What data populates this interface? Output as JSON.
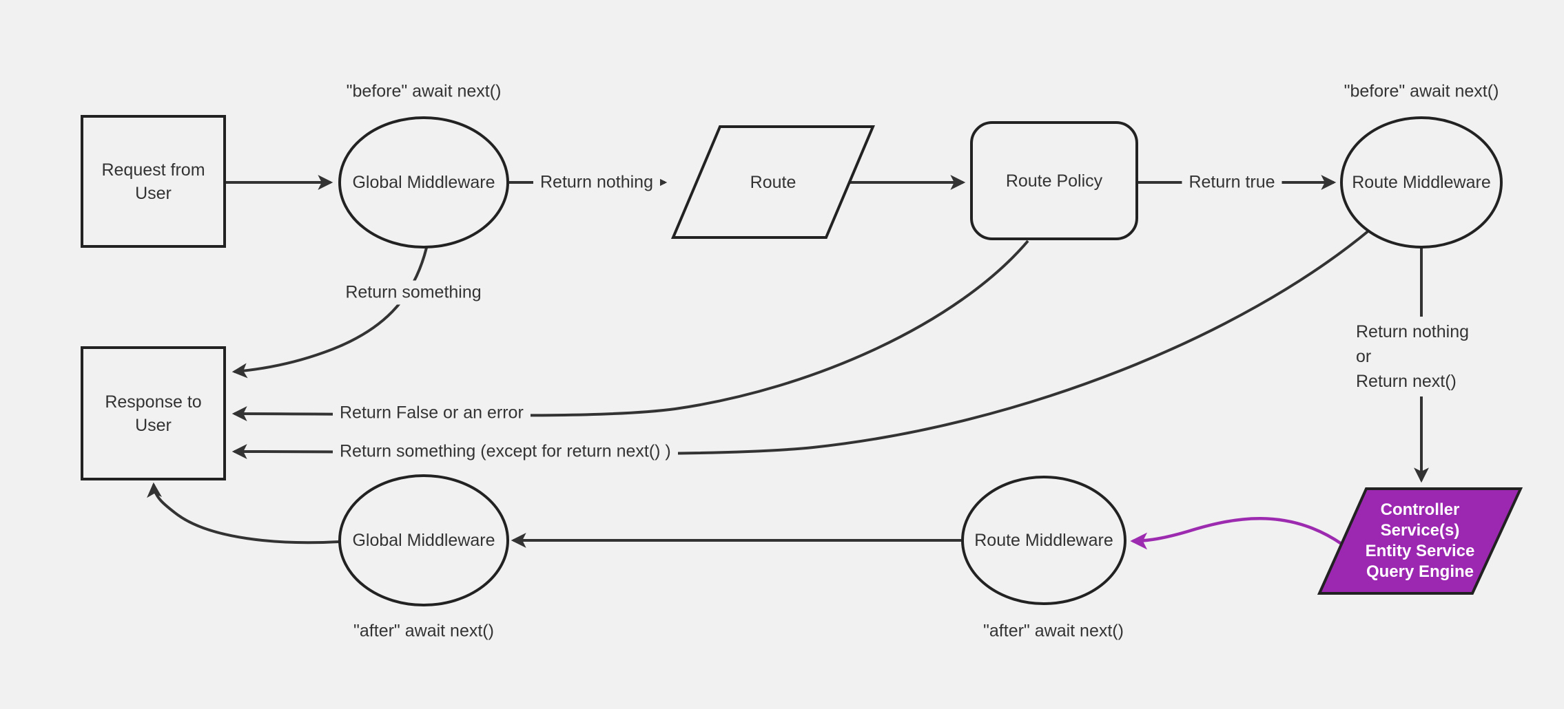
{
  "diagram": {
    "type": "flowchart",
    "colors": {
      "background": "#f1f1f1",
      "node_fill": "#f1f1f1",
      "node_stroke": "#222222",
      "edge_stroke": "#333333",
      "text": "#333333",
      "accent_purple_fill": "#9c27b0",
      "accent_purple_edge": "#9d2bb0",
      "accent_purple_text": "#ffffff"
    },
    "nodes": {
      "request": {
        "text": "Request from User",
        "shape": "rectangle"
      },
      "global_mw_top": {
        "text": "Global Middleware",
        "shape": "ellipse"
      },
      "route": {
        "text": "Route",
        "shape": "parallelogram"
      },
      "route_policy": {
        "text": "Route Policy",
        "shape": "rounded-rectangle"
      },
      "route_mw_top": {
        "text": "Route Middleware",
        "shape": "ellipse"
      },
      "response": {
        "text": "Response to User",
        "shape": "rectangle"
      },
      "global_mw_bottom": {
        "text": "Global Middleware",
        "shape": "ellipse"
      },
      "route_mw_bottom": {
        "text": "Route Middleware",
        "shape": "ellipse"
      },
      "controller": {
        "shape": "parallelogram",
        "lines": [
          "Controller",
          "Service(s)",
          "Entity Service",
          "Query Engine"
        ]
      }
    },
    "edge_labels": {
      "before_global": "\"before\" await next()",
      "before_route": "\"before\" await next()",
      "return_nothing": "Return nothing",
      "return_true": "Return true",
      "return_something": "Return something",
      "return_false_or_error": "Return False or an error",
      "return_something_except": "Return something (except for return next() )",
      "return_nothing_or": {
        "lines": [
          "Return nothing",
          "or",
          "Return next()"
        ]
      },
      "after_global": "\"after\" await next()",
      "after_route": "\"after\" await next()"
    }
  }
}
